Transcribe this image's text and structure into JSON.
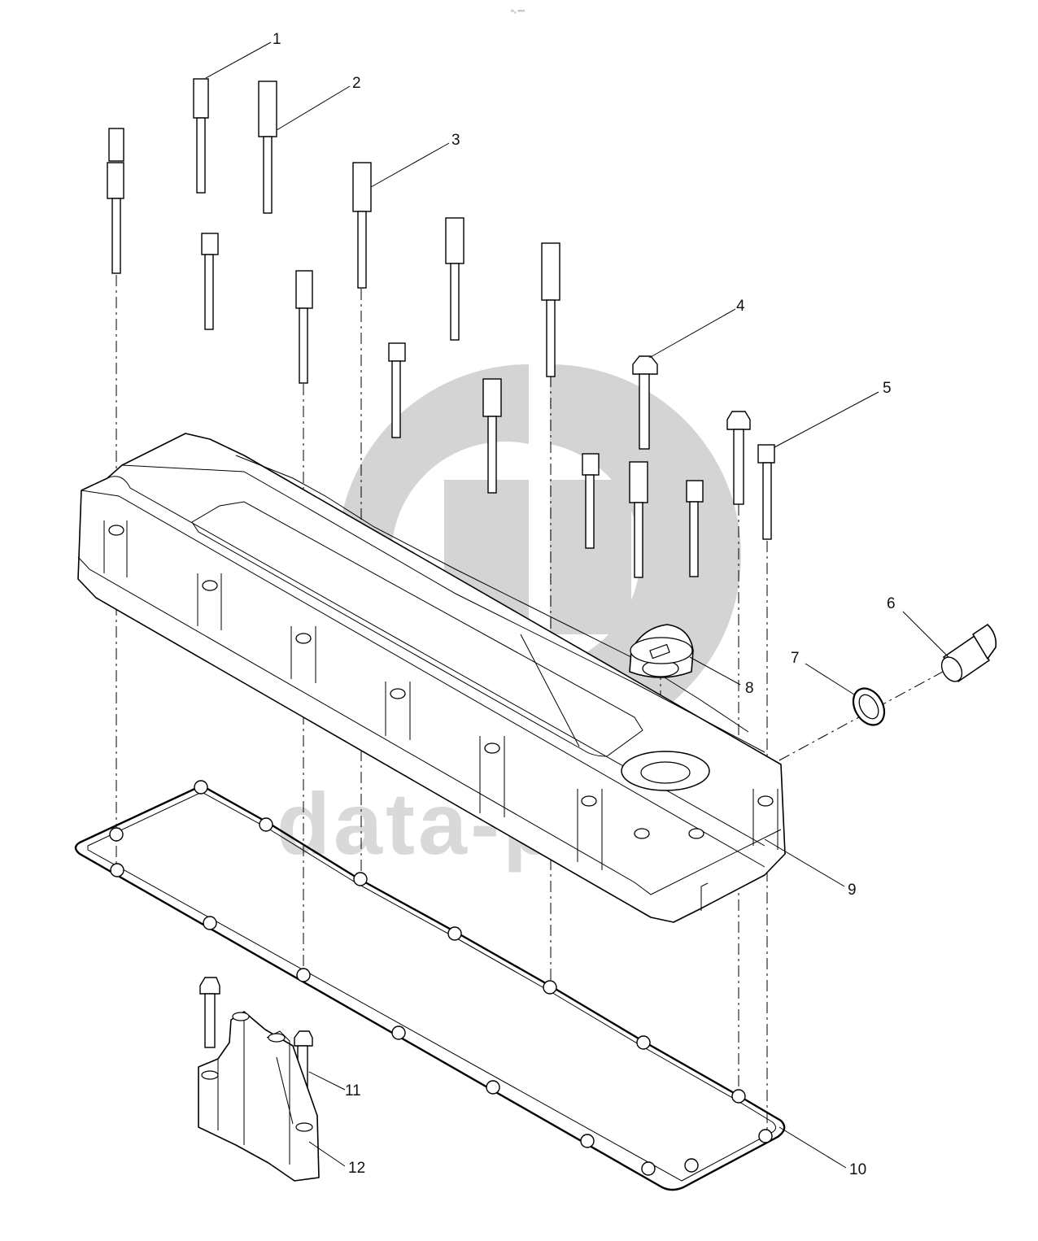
{
  "header": {
    "ref_text": "²ⁿ₈ ʷʷʷ"
  },
  "watermark": {
    "text": "data-parts",
    "color": "#d4d4d4"
  },
  "callouts": [
    {
      "id": "c1",
      "label": "1"
    },
    {
      "id": "c2",
      "label": "2"
    },
    {
      "id": "c3",
      "label": "3"
    },
    {
      "id": "c4",
      "label": "4"
    },
    {
      "id": "c5",
      "label": "5"
    },
    {
      "id": "c6",
      "label": "6"
    },
    {
      "id": "c7",
      "label": "7"
    },
    {
      "id": "c8",
      "label": "8"
    },
    {
      "id": "c9",
      "label": "9"
    },
    {
      "id": "c10",
      "label": "10"
    },
    {
      "id": "c11",
      "label": "11"
    },
    {
      "id": "c12",
      "label": "12"
    }
  ]
}
